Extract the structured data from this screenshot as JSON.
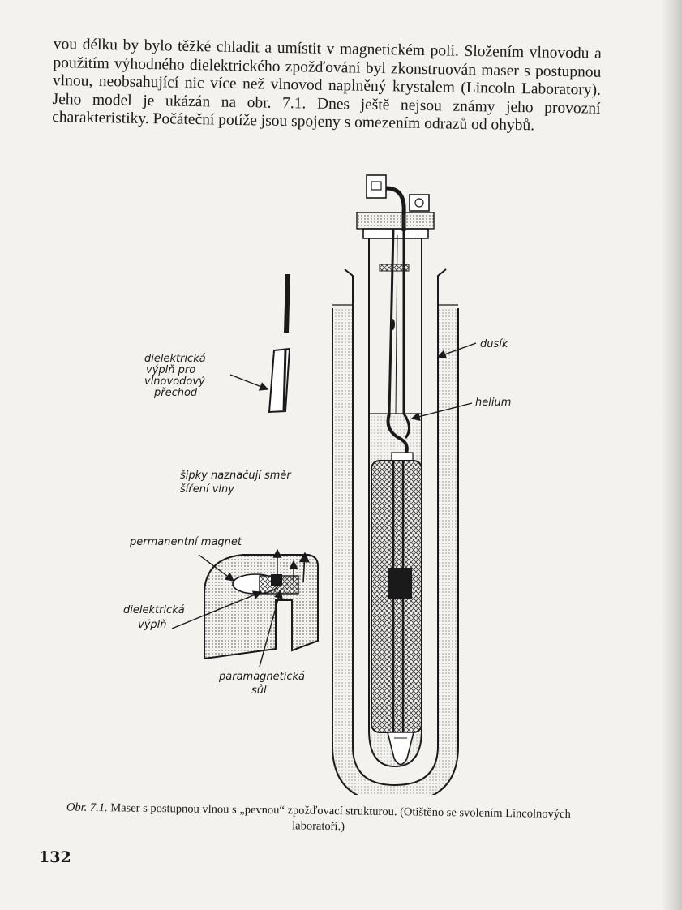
{
  "body": {
    "paragraph": "vou délku by bylo těžké chladit a umístit v magnetickém poli. Složením vlnovodu a použitím výhodného dielektrického zpožďování byl zkonstruován maser s postupnou vlnou, neobsahující nic více než vlnovod naplněný krystalem (Lincoln Laboratory). Jeho model je ukázán na obr. 7.1. Dnes ještě nejsou známy jeho provozní charakteristiky. Počáteční potíže jsou spojeny s omezením odrazů od ohybů."
  },
  "figure": {
    "labels": {
      "dielektricka_1": "dielektrická",
      "dielektricka_2": "výplň pro",
      "dielektricka_3": "vlnovodový",
      "dielektricka_4": "přechod",
      "sipky_1": "šipky naznačují směr",
      "sipky_2": "šíření vlny",
      "magnet": "permanentní magnet",
      "vypln_1": "dielektrická",
      "vypln_2": "výplň",
      "sul_1": "paramagnetická",
      "sul_2": "sůl",
      "dusik": "dusík",
      "helium": "helium"
    }
  },
  "caption": {
    "prefix": "Obr. 7.1.",
    "text": " Maser s postupnou vlnou s „pevnou“ zpožďovací strukturou. (Otištěno se svolením Lincolnových laboratoří.)"
  },
  "page_number": "132"
}
